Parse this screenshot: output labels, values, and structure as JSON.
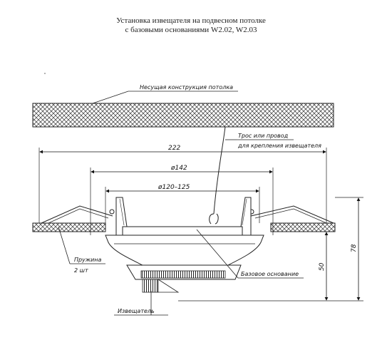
{
  "title": {
    "line1": "Установка извещателя на подвесном потолке",
    "line2": "с базовыми основаниями W2.02, W2.03"
  },
  "labels": {
    "ceiling_structure": "Несущая конструкция потолка",
    "cable_line1": "Трос или провод",
    "cable_line2": "для крепления извещателя",
    "spring_line1": "Пружина",
    "spring_line2": "2 шт",
    "base": "Базовое основание",
    "detector": "Извещатель"
  },
  "dimensions": {
    "overall_width": "222",
    "base_diameter": "ø142",
    "hole_diameter": "ø120–125",
    "total_height": "78",
    "below_ceiling": "50"
  }
}
